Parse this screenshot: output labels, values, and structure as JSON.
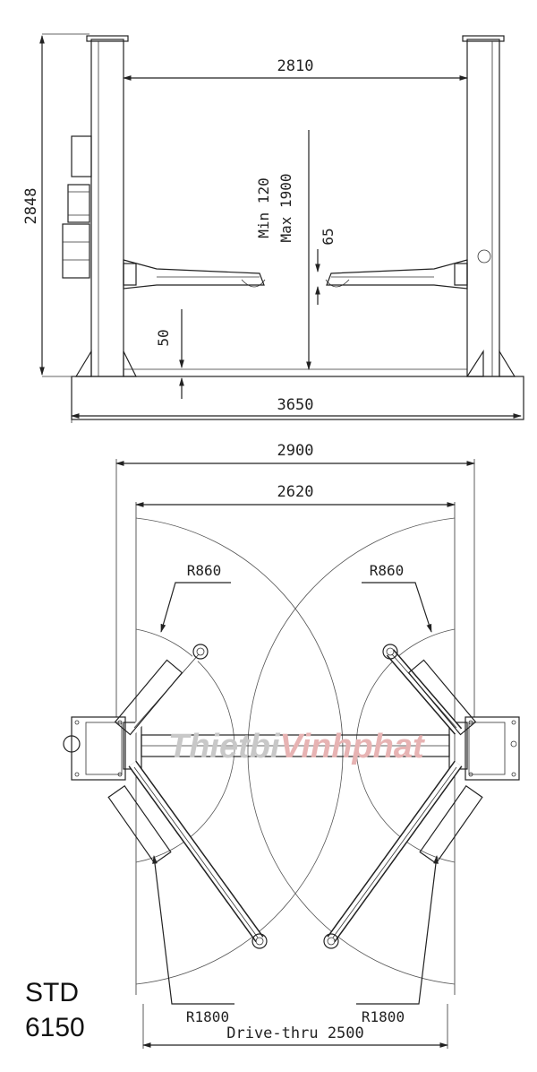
{
  "side_view": {
    "dim_post_spacing": "2810",
    "dim_total_height": "2848",
    "dim_lift_height_min": "Min 120",
    "dim_lift_height_max": "Max 1900",
    "dim_arm_pad": "65",
    "dim_base_clearance": "50",
    "dim_overall_width": "3650"
  },
  "top_view": {
    "dim_outer_width": "2900",
    "dim_inner_width": "2620",
    "radius_short_left": "R860",
    "radius_short_right": "R860",
    "radius_long_left": "R1800",
    "radius_long_right": "R1800",
    "dim_drive_thru": "Drive-thru 2500"
  },
  "watermark": {
    "part1": "Thietbi",
    "part2": "Vinhphat",
    "color1": "#c8c8c8",
    "color2": "#e7b3b3"
  },
  "model": {
    "line1": "STD",
    "line2": "6150"
  }
}
